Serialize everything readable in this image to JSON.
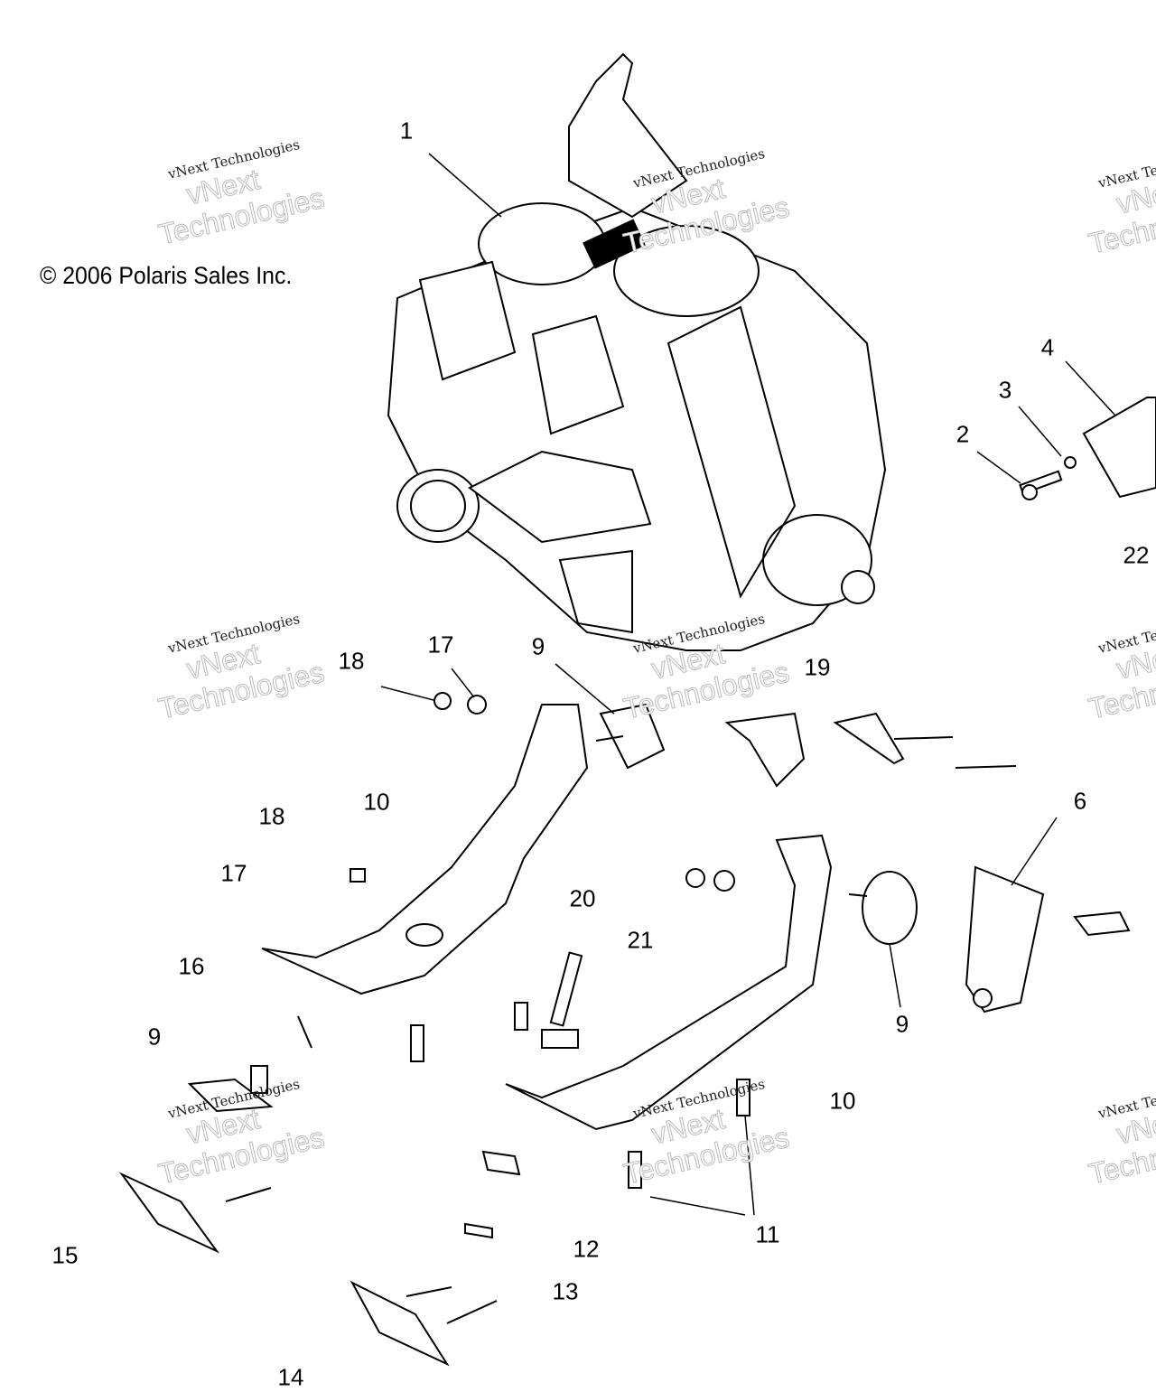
{
  "copyright": "© 2006 Polaris Sales Inc.",
  "watermark": {
    "small": "vNext Technologies",
    "big_line1": "vNext",
    "big_line2": "Technologies"
  },
  "callouts": [
    "1",
    "4",
    "3",
    "2",
    "22",
    "18",
    "17",
    "9",
    "19",
    "10",
    "18",
    "17",
    "6",
    "20",
    "21",
    "16",
    "9",
    "9",
    "10",
    "15",
    "12",
    "11",
    "13",
    "14"
  ]
}
